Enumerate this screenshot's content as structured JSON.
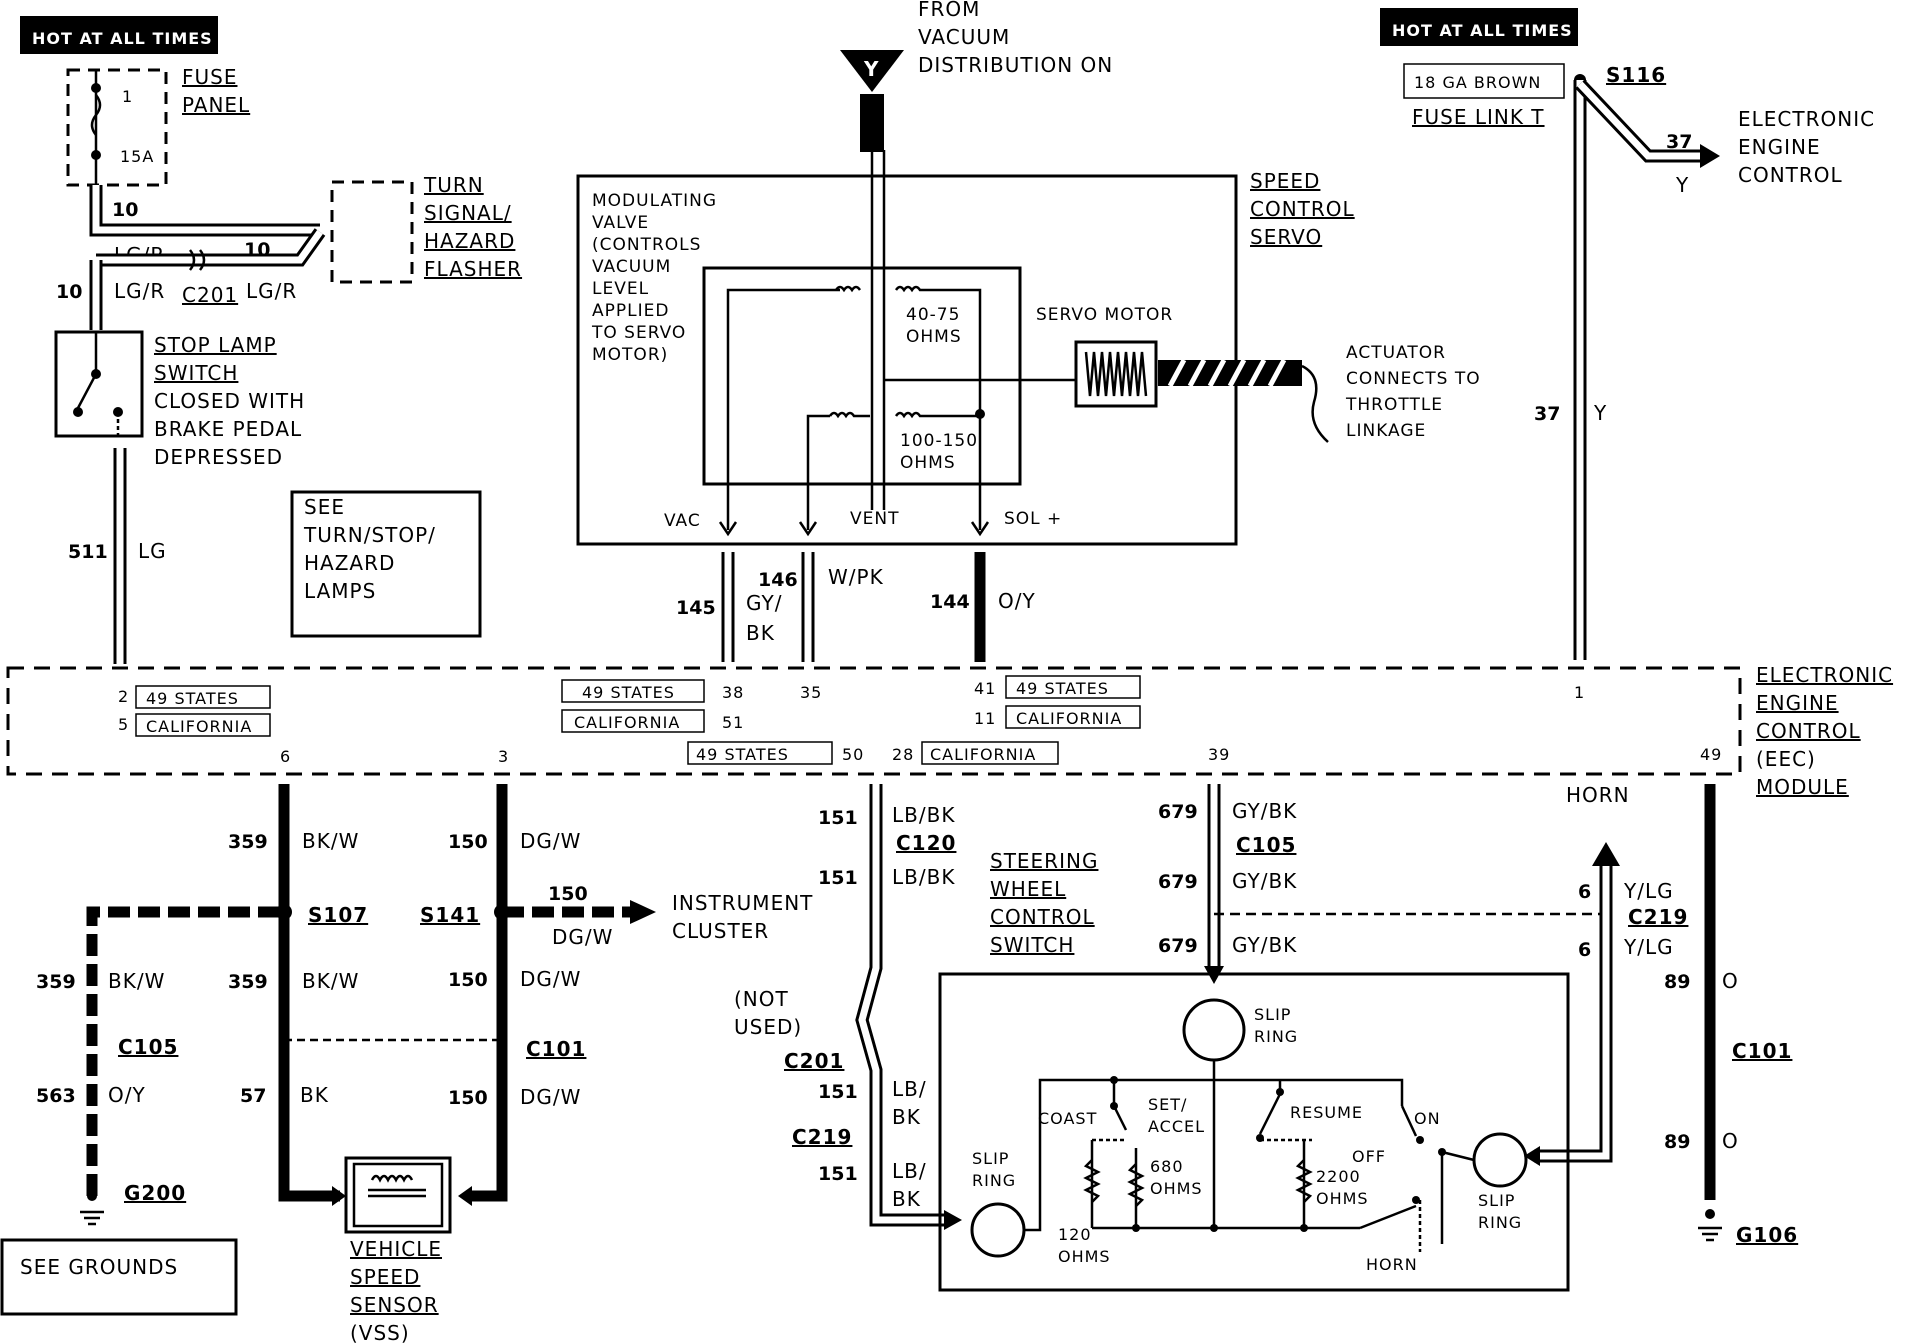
{
  "hot_labels": {
    "left": "HOT AT ALL TIMES",
    "right": "HOT AT ALL TIMES"
  },
  "fuse_panel": {
    "title1": "FUSE",
    "title2": "PANEL",
    "fuse_no": "1",
    "rating": "15A"
  },
  "flasher": {
    "line1": "TURN",
    "line2": "SIGNAL/",
    "line3": "HAZARD",
    "line4": "FLASHER"
  },
  "stoplamp": {
    "line1": "STOP LAMP",
    "line2": "SWITCH",
    "line3": "CLOSED WITH",
    "line4": "BRAKE PEDAL",
    "line5": "DEPRESSED"
  },
  "see_turn": {
    "line1": "SEE",
    "line2": "TURN/STOP/",
    "line3": "HAZARD",
    "line4": "LAMPS"
  },
  "see_grounds": "SEE GROUNDS",
  "vacuum": {
    "letter": "Y",
    "line1": "FROM",
    "line2": "VACUUM",
    "line3": "DISTRIBUTION ON"
  },
  "servo": {
    "title1": "SPEED",
    "title2": "CONTROL",
    "title3": "SERVO",
    "mod1": "MODULATING",
    "mod2": "VALVE",
    "mod3": "(CONTROLS",
    "mod4": "VACUUM",
    "mod5": "LEVEL",
    "mod6": "APPLIED",
    "mod7": "TO SERVO",
    "mod8": "MOTOR)",
    "r1a": "40-75",
    "r1b": "OHMS",
    "r2a": "100-150",
    "r2b": "OHMS",
    "motor": "SERVO MOTOR",
    "act1": "ACTUATOR",
    "act2": "CONNECTS TO",
    "act3": "THROTTLE",
    "act4": "LINKAGE",
    "vac": "VAC",
    "vent": "VENT",
    "sol": "SOL +"
  },
  "fuse_link": {
    "gauge": "18 GA BROWN",
    "splice": "S116",
    "name": "FUSE LINK T",
    "circ": "37",
    "color": "Y",
    "dest1": "ELECTRONIC",
    "dest2": "ENGINE",
    "dest3": "CONTROL"
  },
  "eec": {
    "line1": "ELECTRONIC",
    "line2": "ENGINE",
    "line3": "CONTROL",
    "line4": "(EEC)",
    "line5": "MODULE"
  },
  "wires": {
    "w10a": "10",
    "w10b": "10",
    "w10c": "10",
    "lgr1": "LG/R",
    "lgr2": "LG/R",
    "lgr3": "LG/R",
    "c201": "C201",
    "w511": "511",
    "lg": "LG",
    "w145": "145",
    "gybk1": "GY/",
    "gybk2": "BK",
    "w146": "146",
    "wpk": "W/PK",
    "w144": "144",
    "oy": "O/Y",
    "w37": "37",
    "y": "Y"
  },
  "pins": {
    "p2": "2",
    "p5": "5",
    "states1": "49 STATES",
    "cal1": "CALIFORNIA",
    "p38": "38",
    "p51": "51",
    "states2": "49 STATES",
    "cal2": "CALIFORNIA",
    "p35": "35",
    "p41": "41",
    "p11": "11",
    "states3": "49 STATES",
    "cal3": "CALIFORNIA",
    "p1": "1",
    "p6": "6",
    "p3": "3",
    "states4": "49 STATES",
    "p50": "50",
    "p28": "28",
    "cal4": "CALIFORNIA",
    "p39": "39",
    "p49": "49"
  },
  "lower": {
    "w359a": "359",
    "bkw1": "BK/W",
    "w150a": "150",
    "dgw1": "DG/W",
    "s107": "S107",
    "s141": "S141",
    "w150ic": "150",
    "dgwic": "DG/W",
    "ic1": "INSTRUMENT",
    "ic2": "CLUSTER",
    "w359b": "359",
    "bkw2": "BK/W",
    "w359c": "359",
    "bkw3": "BK/W",
    "w150b": "150",
    "dgw2": "DG/W",
    "c105a": "C105",
    "c101a": "C101",
    "w563": "563",
    "oy2": "O/Y",
    "w57": "57",
    "bk": "BK",
    "w150c": "150",
    "dgw3": "DG/W",
    "g200": "G200",
    "vss1": "VEHICLE",
    "vss2": "SPEED",
    "vss3": "SENSOR",
    "vss4": "(VSS)"
  },
  "steering": {
    "w151a": "151",
    "lbbk1": "LB/BK",
    "c120": "C120",
    "w151b": "151",
    "lbbk2": "LB/BK",
    "nu1": "(NOT",
    "nu2": "USED)",
    "c201b": "C201",
    "w151c": "151",
    "lb3": "LB/",
    "bk3": "BK",
    "c219a": "C219",
    "w151d": "151",
    "lb4": "LB/",
    "bk4": "BK",
    "sw1": "STEERING",
    "sw2": "WHEEL",
    "sw3": "CONTROL",
    "sw4": "SWITCH",
    "w679a": "679",
    "gybk_a": "GY/BK",
    "c105b": "C105",
    "w679b": "679",
    "gybk_b": "GY/BK",
    "w679c": "679",
    "gybk_c": "GY/BK",
    "horn_top": "HORN",
    "w6a": "6",
    "ylg1": "Y/LG",
    "c219b": "C219",
    "w6b": "6",
    "ylg2": "Y/LG",
    "slip_top1": "SLIP",
    "slip_top2": "RING",
    "slip_l1": "SLIP",
    "slip_l2": "RING",
    "slip_r1": "SLIP",
    "slip_r2": "RING",
    "coast": "COAST",
    "set1": "SET/",
    "set2": "ACCEL",
    "r680a": "680",
    "r680b": "OHMS",
    "resume": "RESUME",
    "on": "ON",
    "off": "OFF",
    "r2200a": "2200",
    "r2200b": "OHMS",
    "r120a": "120",
    "r120b": "OHMS",
    "horn_sw": "HORN"
  },
  "ground_right": {
    "w89a": "89",
    "o1": "O",
    "c101": "C101",
    "w89b": "89",
    "o2": "O",
    "g106": "G106"
  }
}
